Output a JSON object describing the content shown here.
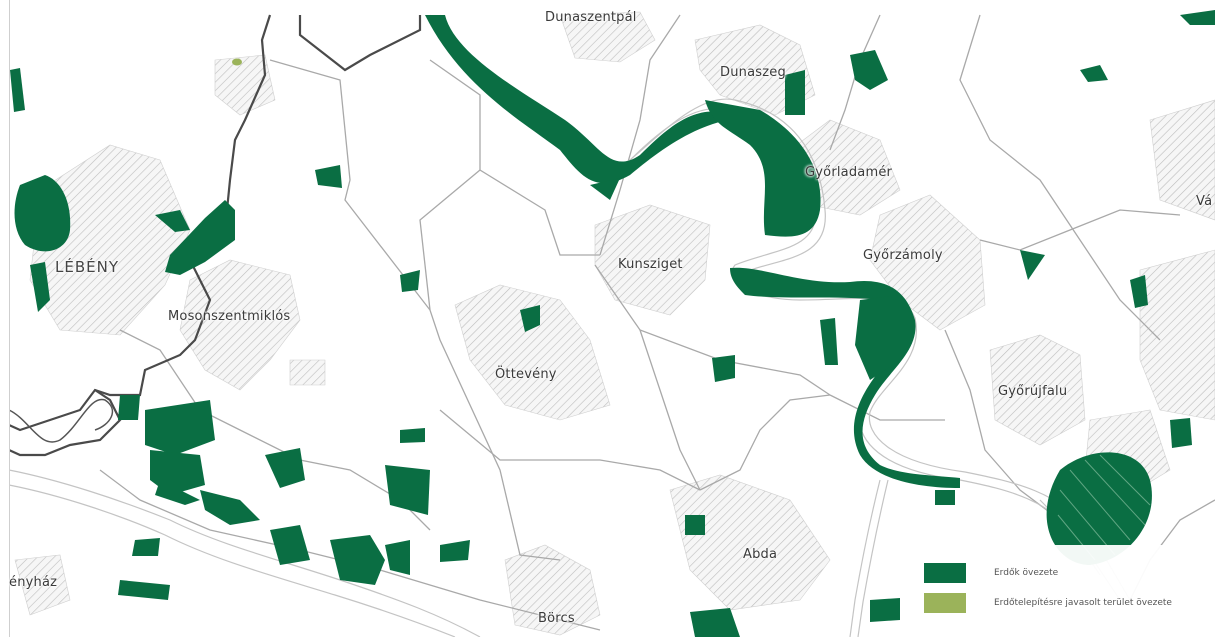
{
  "map": {
    "colors": {
      "forest": "#0a6e43",
      "afforestation": "#9bb35a",
      "settlement_hatch": "#c4c4c4",
      "boundary": "#a9a9a9",
      "county_border": "#4a4a4a"
    },
    "places": [
      {
        "id": "dunaszentpal",
        "label": "Dunaszentpál"
      },
      {
        "id": "dunaszeg",
        "label": "Dunaszeg"
      },
      {
        "id": "gyorladamer",
        "label": "Győrladamér"
      },
      {
        "id": "lebeny",
        "label": "LÉBÉNY"
      },
      {
        "id": "kunsziget",
        "label": "Kunsziget"
      },
      {
        "id": "gyorzamoly",
        "label": "Győrzámoly"
      },
      {
        "id": "mosonszentmiklos",
        "label": "Mosonszentmiklós"
      },
      {
        "id": "ottevény",
        "label": "Öttevény"
      },
      {
        "id": "gyorujfalu",
        "label": "Győrújfalu"
      },
      {
        "id": "abda",
        "label": "Abda"
      },
      {
        "id": "borcs",
        "label": "Börcs"
      },
      {
        "id": "venyhaz",
        "label": "ényház"
      },
      {
        "id": "va",
        "label": "Vá"
      }
    ],
    "legend": {
      "items": [
        {
          "label": "Erdők övezete",
          "color": "#0a6e43"
        },
        {
          "label": "Erdőtelepítésre javasolt terület övezete",
          "color": "#9bb35a"
        }
      ]
    }
  }
}
